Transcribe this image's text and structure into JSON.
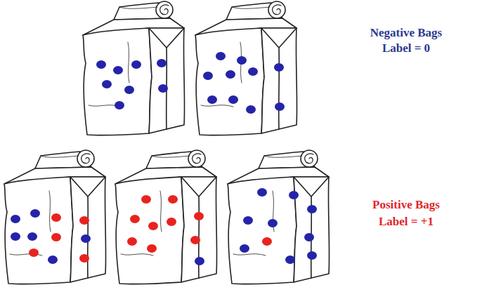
{
  "diagram": {
    "labels": [
      "Negative Bags",
      "Label = 0",
      "Positive Bags",
      "Label = +1"
    ]
  }
}
